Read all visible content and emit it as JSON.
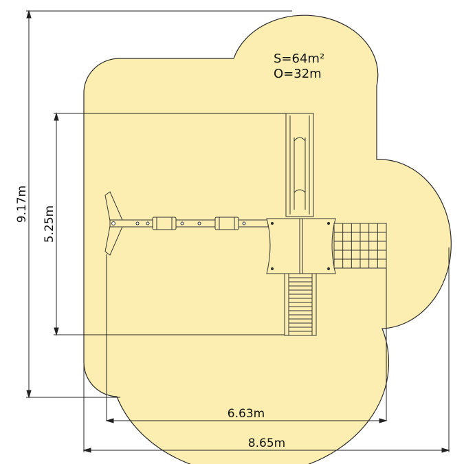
{
  "colors": {
    "zone_fill": "#fbeeb0",
    "zone_stroke": "#2b2b2b",
    "equipment_fill": "#fbeeb0",
    "line": "#222222"
  },
  "area_label": "S=64m²",
  "perimeter_label": "O=32m",
  "dimensions": {
    "total_height": "9.17m",
    "equipment_height": "5.25m",
    "equipment_width": "6.63m",
    "total_width": "8.65m"
  }
}
